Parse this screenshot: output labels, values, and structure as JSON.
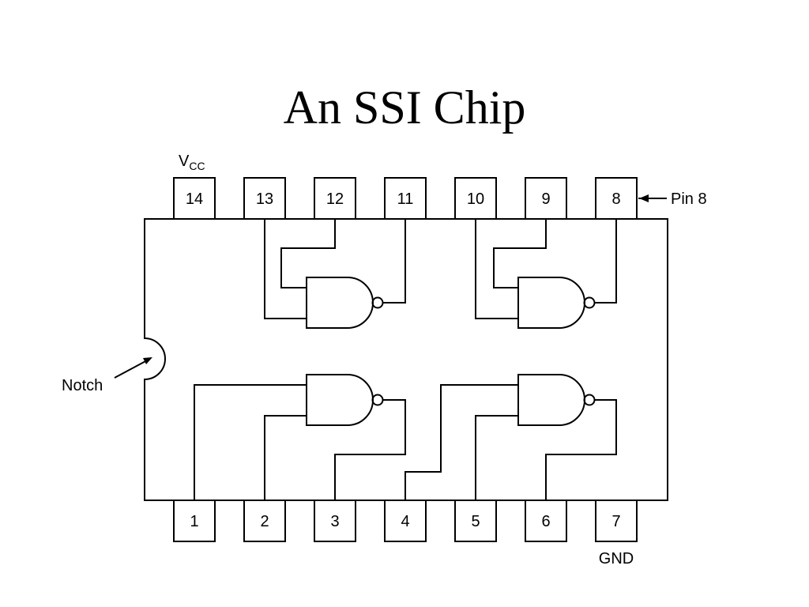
{
  "title": "An SSI Chip",
  "vcc": {
    "main": "V",
    "sub": "CC"
  },
  "gnd_label": "GND",
  "notch_label": "Notch",
  "pin8_label": "Pin 8",
  "top_pins": [
    "14",
    "13",
    "12",
    "11",
    "10",
    "9",
    "8"
  ],
  "bottom_pins": [
    "1",
    "2",
    "3",
    "4",
    "5",
    "6",
    "7"
  ]
}
